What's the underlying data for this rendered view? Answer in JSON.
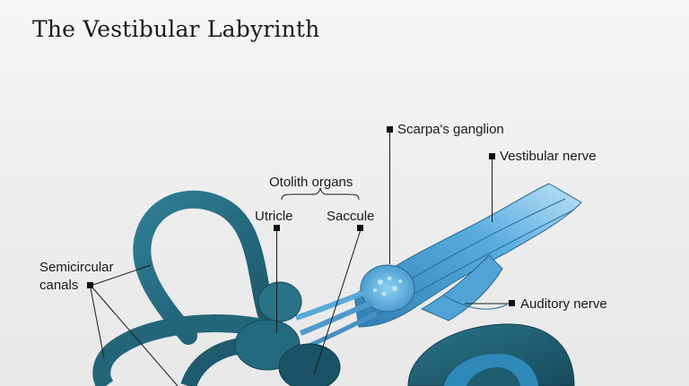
{
  "title": "The Vestibular Labyrinth",
  "labels": {
    "scarpa": "Scarpa's ganglion",
    "vestibular_nerve": "Vestibular nerve",
    "otolith_organs": "Otolith organs",
    "utricle": "Utricle",
    "saccule": "Saccule",
    "semicircular_line1": "Semicircular",
    "semicircular_line2": "canals",
    "auditory_nerve": "Auditory nerve"
  },
  "colors": {
    "canal_dark": "#1f5d70",
    "canal_mid": "#2d7a90",
    "nerve_light": "#5fb4e0",
    "nerve_mid": "#3d91c4"
  }
}
